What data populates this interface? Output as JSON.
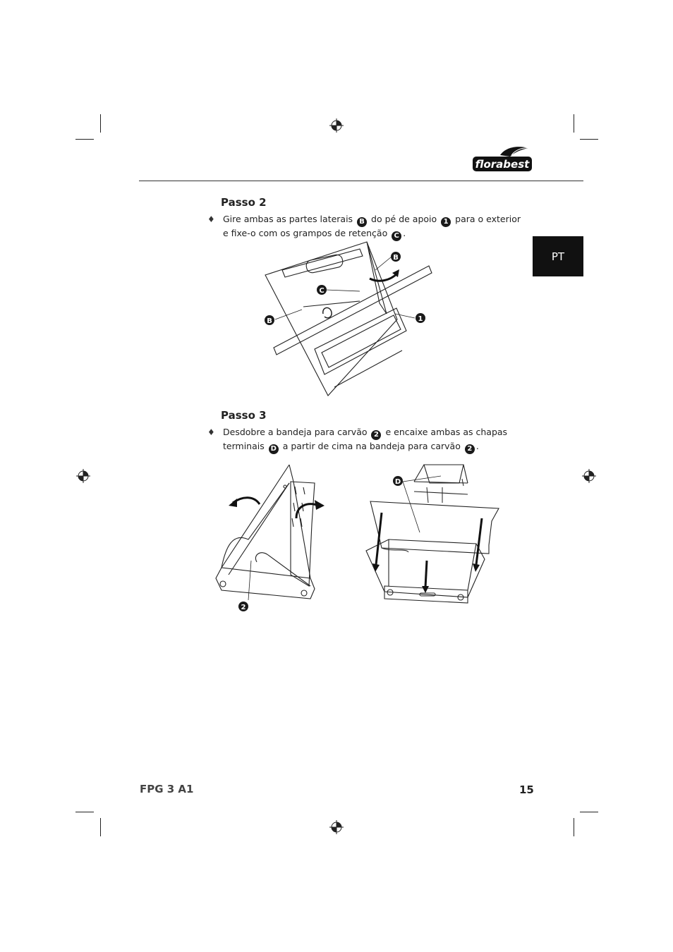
{
  "brand": {
    "logo_text": "florabest"
  },
  "lang_tab": "PT",
  "step2": {
    "heading": "Passo 2",
    "bullet": "♦",
    "text_a": "Gire ambas as partes laterais",
    "ref_b": "B",
    "text_b": "do pé de apoio",
    "ref_1": "1",
    "text_c": "para o exterior e fixe-o com os grampos de retenção",
    "ref_c": "C",
    "text_end": "."
  },
  "step3": {
    "heading": "Passo 3",
    "bullet": "♦",
    "text_a": "Desdobre a bandeja para carvão",
    "ref_2": "2",
    "text_b": "e encaixe ambas as chapas terminais",
    "ref_d": "D",
    "text_c": "a partir de cima na bandeja para carvão",
    "ref_2b": "2",
    "text_end": "."
  },
  "figure1": {
    "label_b_top": "B",
    "label_c": "C",
    "label_b_left": "B",
    "label_1": "1"
  },
  "figure2": {
    "label_2": "2"
  },
  "figure3": {
    "label_d": "D"
  },
  "footer": {
    "model": "FPG 3 A1",
    "page": "15"
  }
}
